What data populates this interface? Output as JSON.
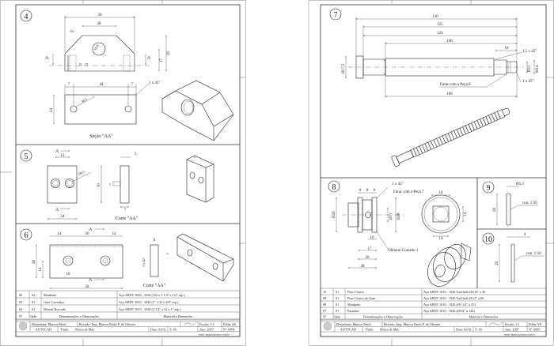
{
  "left_sheet": {
    "part4": {
      "number": "4",
      "dims": {
        "d58": "58",
        "d28": "28",
        "angle": "45°",
        "hole": "M14",
        "d17": "17",
        "d29": "29",
        "d12": "12",
        "d14": "14",
        "sec7a": "7",
        "sec44": "44",
        "sec7b": "7",
        "sec24": "24",
        "chamfer": "1 x 45°",
        "m6": "M 6"
      },
      "section_marker": "A",
      "section_caption": "Seção \"AA\""
    },
    "part5": {
      "number": "5",
      "section_marker": "A",
      "dims": {
        "d12": "12",
        "hole": "Ø8,5",
        "d24": "24",
        "d30": "30",
        "d5": "5",
        "d7": "7",
        "d15": "15"
      },
      "section_caption": "Corte \"AA\""
    },
    "part6": {
      "number": "6",
      "section_marker": "A",
      "dims": {
        "d14a": "14",
        "d30": "30",
        "d14b": "14",
        "d28": "28",
        "d14v": "14",
        "d10": "10",
        "d58": "58",
        "d6": "6",
        "d5": "5",
        "chamfer": "1 x 45°"
      },
      "section_caption": "Corte \"AA\""
    },
    "parts_list": {
      "rows": [
        {
          "no": "06",
          "qty": "02",
          "name": "Mordente",
          "material": "Aço ABNT 1040 - 1050 (122 x 1 1/4\" x 1/4\" esp.)"
        },
        {
          "no": "05",
          "qty": "01",
          "name": "Guia Corrediça",
          "material": "Aço ABNT 1010 - 1020 (1\" x 32 x 3/8\" esp.)"
        },
        {
          "no": "04",
          "qty": "01",
          "name": "Mancal Roscado",
          "material": "Aço ABNT 1010 - 1020 (2 1/2\" x 32 x 1\" esp.)"
        }
      ],
      "header": {
        "no": "Nº",
        "qty": "Qtde",
        "name": "Denominações e Observações",
        "material": "Material e Dimensões"
      }
    },
    "title_block": {
      "drafter": "Desenhista:  Marcos Paulo",
      "review": "Revisão: Eng. Marcos Paulo P. de Oliveira",
      "scale": "Escala:  1:1",
      "sheet": "Folha 4/6",
      "software": "AUTOCAD",
      "title_label": "Título:",
      "title": "Morsa de Mão",
      "date": "Data: 02/02",
      "time": "T: 4h",
      "year": "Ano:  2007",
      "drawing_no": "Nº  A084",
      "email": "email: mppolo@yahoo.com.br"
    }
  },
  "right_sheet": {
    "part7": {
      "number": "7",
      "dims": {
        "d130": "130",
        "d125": "125",
        "d124": "124",
        "d108": "108",
        "d18": "18",
        "chamfer1": "1,5 x 45°",
        "dia175": "Ø17,5",
        "dia11": "Ø11",
        "m14": "M14",
        "chamfer2": "1 x 45°",
        "d106": "106"
      },
      "note": "Furar com a Peça 8"
    },
    "part8": {
      "number": "8",
      "dims": {
        "d6a": "6",
        "d8": "8",
        "d6b": "6",
        "chamfer": "1 x 45°",
        "dia26": "Ø26",
        "dia11": "Ø11",
        "dia28": "Ø28",
        "d10": "10",
        "d17": "17",
        "d20": "20",
        "d28": "28",
        "d18": "18",
        "d14v": "14",
        "d14h": "14"
      },
      "note_drill": "Furar com a Peça 7",
      "note_knurl": "Oblíquo Cruzado 1"
    },
    "part9": {
      "number": "9",
      "dia": "Ø5,3",
      "length": "26",
      "taper": "con. 1:50"
    },
    "part10": {
      "number": "10",
      "dia": "4",
      "length": "26",
      "taper": "con. 1:50"
    },
    "parts_list": {
      "rows": [
        {
          "no": "10",
          "qty": "01",
          "name": "Pino Cônico",
          "material": "Aço ABNT 1010 - 1020 Trefilado Ø3/16\" x 30"
        },
        {
          "no": "09",
          "qty": "01",
          "name": "Pino Cônico de Guia",
          "material": "Aço ABNT 1010 - 1020 Trefilado Ø1/4\" x 60"
        },
        {
          "no": "08",
          "qty": "01",
          "name": "Manípulo",
          "material": "Aço ABNT 1010 - 1020 (Ø1 1/4\" x 35)"
        },
        {
          "no": "07",
          "qty": "01",
          "name": "Parafuso",
          "material": "Aço ABNT 1010 - 1020 (Ø3/4\" x 140)"
        }
      ],
      "header": {
        "no": "Nº",
        "qty": "Qtde",
        "name": "Denominações e Observações",
        "material": "Material e Dimensões"
      }
    },
    "title_block": {
      "drafter": "Desenhista:  Marcos Paulo",
      "review": "Revisão: Eng. Marcos Paulo P. de Oliveira",
      "scale": "Escala:  1:1",
      "sheet": "Folha 5/6",
      "software": "AUTOCAD",
      "title_label": "Título:",
      "title": "Morsa de Mão",
      "date": "Data: 02/02",
      "time": "T: 4h",
      "year": "Ano:  2007",
      "drawing_no": "Nº  A085",
      "email": "email: mppolo@yahoo.com.br"
    }
  }
}
